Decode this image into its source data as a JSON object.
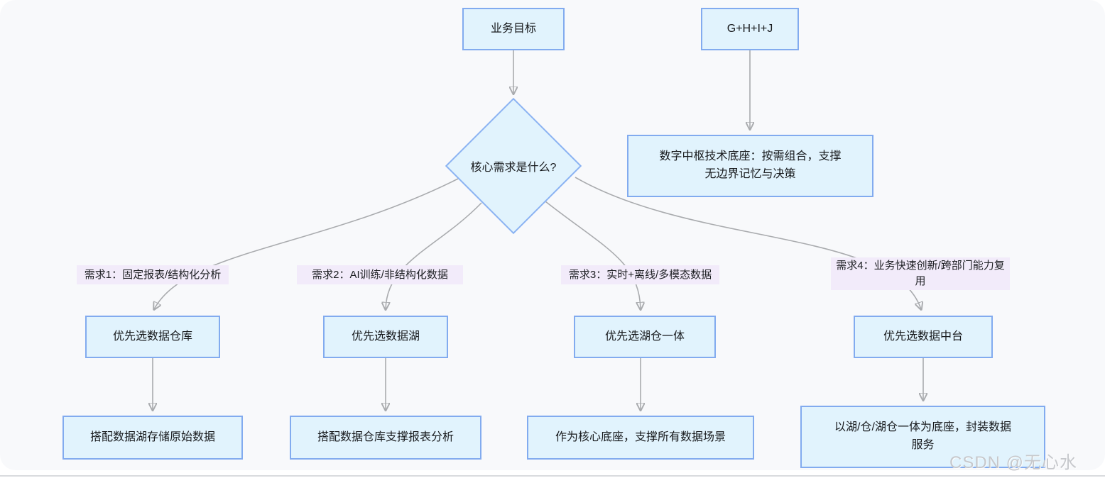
{
  "diagram": {
    "nodes": {
      "business_goal": "业务目标",
      "ghij": "G+H+I+J",
      "decision": "核心需求是什么?",
      "digital_hub": "数字中枢技术底座：按需组合，支撑无边界记忆与决策",
      "warehouse": "优先选数据仓库",
      "lake": "优先选数据湖",
      "lakehouse": "优先选湖仓一体",
      "platform": "优先选数据中台",
      "warehouse_note": "搭配数据湖存储原始数据",
      "lake_note": "搭配数据仓库支撑报表分析",
      "lakehouse_note": "作为核心底座，支撑所有数据场景",
      "platform_note": "以湖/仓/湖仓一体为底座，封装数据服务"
    },
    "edge_labels": {
      "req1": "需求1：固定报表/结构化分析",
      "req2": "需求2：AI训练/非结构化数据",
      "req3": "需求3：实时+离线/多模态数据",
      "req4": "需求4：业务快速创新/跨部门能力复用"
    },
    "colors": {
      "node_fill": "#e1f3fd",
      "node_border": "#82abef",
      "edge_label_bg": "#f2ebfa",
      "edge_line": "#a9abae",
      "arrowhead": "#5f6368",
      "canvas_bg": "#f8f9fb"
    }
  },
  "watermark": "CSDN @无心水"
}
